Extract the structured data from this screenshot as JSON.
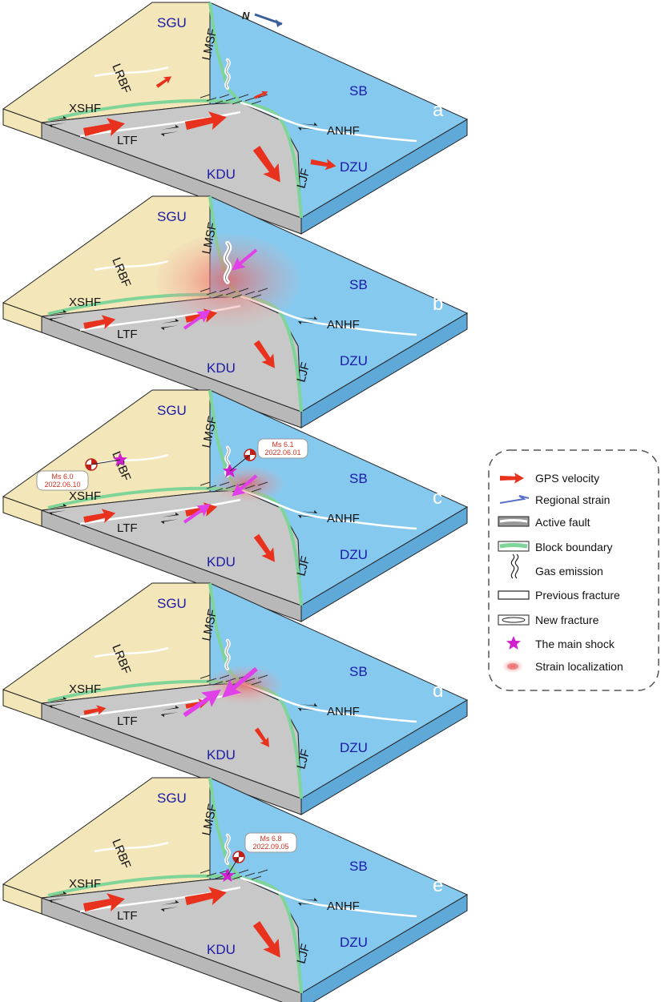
{
  "north_label": "N",
  "colors": {
    "sgu": "#f3e6b8",
    "sb": "#86c9ee",
    "kdu": "#c8c8c8",
    "boundary": "#7fd49a",
    "gps": "#e8321e",
    "strain": "#e040e8",
    "region_text": "#1a1aa8"
  },
  "panels": [
    {
      "letter": "a",
      "regions": {
        "sgu": "SGU",
        "sb": "SB",
        "kdu": "KDU",
        "dzu": "DZU"
      },
      "faults": {
        "lrbf": "LRBF",
        "lmsf": "LMSF",
        "xshf": "XSHF",
        "ltf": "LTF",
        "anhf": "ANHF",
        "ljf": "LJF"
      },
      "earthquakes": []
    },
    {
      "letter": "b",
      "regions": {
        "sgu": "SGU",
        "sb": "SB",
        "kdu": "KDU",
        "dzu": "DZU"
      },
      "faults": {
        "lrbf": "LRBF",
        "lmsf": "LMSF",
        "xshf": "XSHF",
        "ltf": "LTF",
        "anhf": "ANHF",
        "ljf": "LJF"
      },
      "earthquakes": []
    },
    {
      "letter": "c",
      "regions": {
        "sgu": "SGU",
        "sb": "SB",
        "kdu": "KDU",
        "dzu": "DZU"
      },
      "faults": {
        "lrbf": "LRBF",
        "lmsf": "LMSF",
        "xshf": "XSHF",
        "ltf": "LTF",
        "anhf": "ANHF",
        "ljf": "LJF"
      },
      "earthquakes": [
        {
          "mag": "Ms 6.0",
          "date": "2022.06.10"
        },
        {
          "mag": "Ms 6.1",
          "date": "2022.06.01"
        }
      ]
    },
    {
      "letter": "d",
      "regions": {
        "sgu": "SGU",
        "sb": "SB",
        "kdu": "KDU",
        "dzu": "DZU"
      },
      "faults": {
        "lrbf": "LRBF",
        "lmsf": "LMSF",
        "xshf": "XSHF",
        "ltf": "LTF",
        "anhf": "ANHF",
        "ljf": "LJF"
      },
      "earthquakes": []
    },
    {
      "letter": "e",
      "regions": {
        "sgu": "SGU",
        "sb": "SB",
        "kdu": "KDU",
        "dzu": "DZU"
      },
      "faults": {
        "lrbf": "LRBF",
        "lmsf": "LMSF",
        "xshf": "XSHF",
        "ltf": "LTF",
        "anhf": "ANHF",
        "ljf": "LJF"
      },
      "earthquakes": [
        {
          "mag": "Ms 6.8",
          "date": "2022.09.05"
        }
      ]
    }
  ],
  "legend": {
    "items": [
      {
        "icon": "gps-velocity-arrow",
        "label": "GPS velocity"
      },
      {
        "icon": "regional-strain-arrow",
        "label": "Regional strain"
      },
      {
        "icon": "active-fault-line",
        "label": "Active fault"
      },
      {
        "icon": "block-boundary-line",
        "label": "Block boundary"
      },
      {
        "icon": "gas-emission-squiggle",
        "label": "Gas emission"
      },
      {
        "icon": "previous-fracture-line",
        "label": "Previous fracture"
      },
      {
        "icon": "new-fracture-ellipse",
        "label": "New fracture"
      },
      {
        "icon": "main-shock-star",
        "label": "The main shock"
      },
      {
        "icon": "strain-localization-blob",
        "label": "Strain localization"
      }
    ]
  }
}
